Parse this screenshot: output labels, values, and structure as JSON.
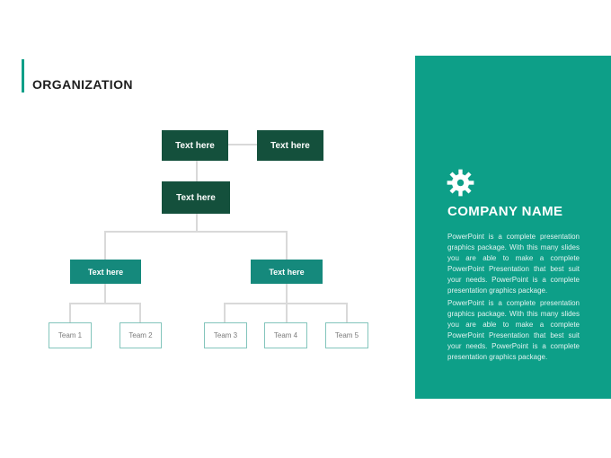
{
  "title": "ORGANIZATION",
  "org_chart": {
    "level1": [
      {
        "label": "Text here"
      },
      {
        "label": "Text here"
      }
    ],
    "level2": {
      "label": "Text here"
    },
    "level3": [
      {
        "label": "Text here"
      },
      {
        "label": "Text here"
      }
    ],
    "teams": [
      {
        "label": "Team 1"
      },
      {
        "label": "Team 2"
      },
      {
        "label": "Team 3"
      },
      {
        "label": "Team 4"
      },
      {
        "label": "Team 5"
      }
    ]
  },
  "panel": {
    "company_name": "COMPANY NAME",
    "icon": "gear-icon",
    "paragraph1": "PowerPoint is a complete presentation graphics package. With this many slides you are able to make a complete PowerPoint Presentation that best suit your needs. PowerPoint is a complete presentation graphics package.",
    "paragraph2": "PowerPoint is a complete presentation graphics package. With this many slides you are able to make a complete PowerPoint Presentation that best suit your needs. PowerPoint is a complete presentation graphics package."
  },
  "colors": {
    "accent": "#0D9F88",
    "dark-box": "#14503C",
    "teal-box": "#15897C",
    "line": "#D9D9D9",
    "team-border": "#83C5BC",
    "team-text": "#7B7B7B",
    "title-text": "#1E1E1E"
  }
}
